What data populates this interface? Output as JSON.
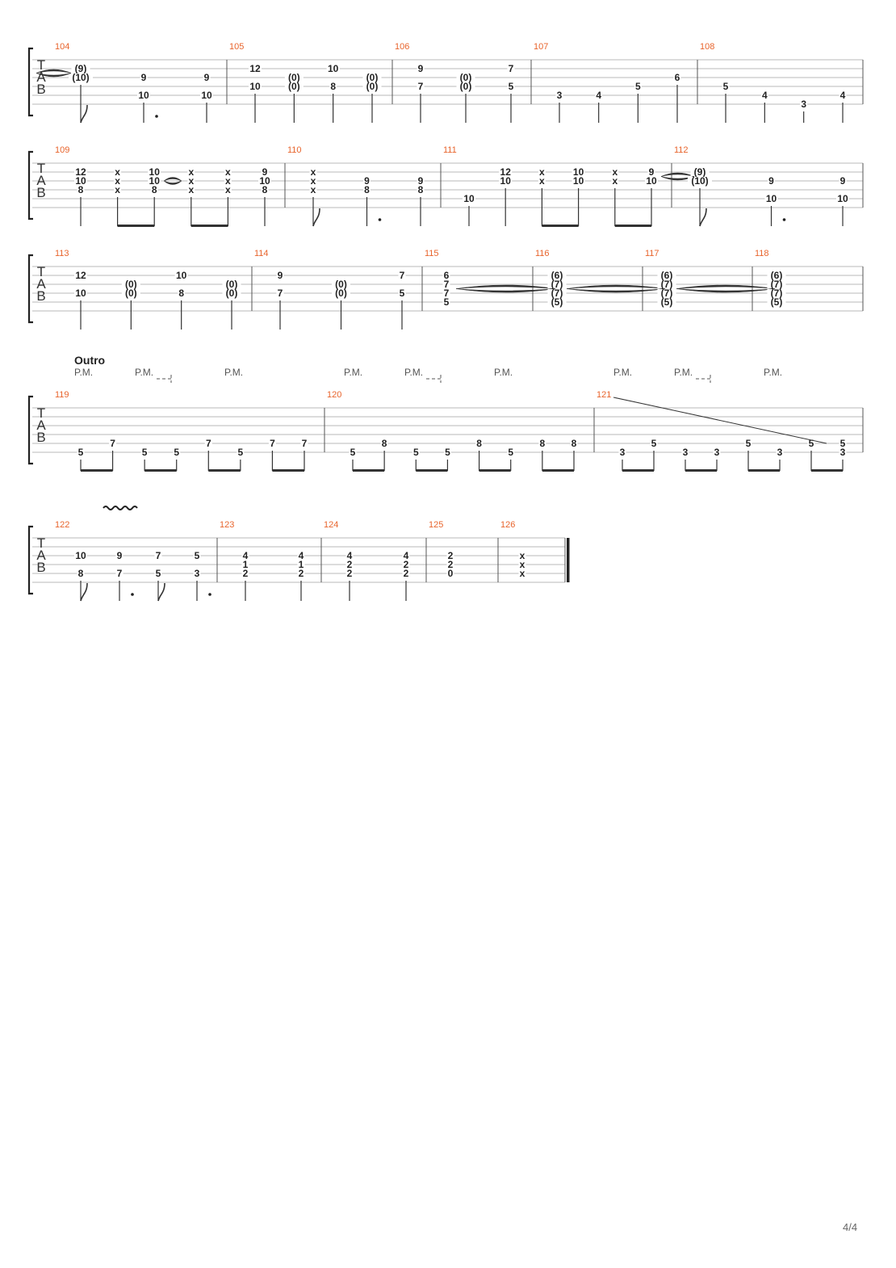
{
  "page_number": "4/4",
  "colors": {
    "measure_number": "#e8642c",
    "staff_line": "#b9b9b9",
    "barline": "#555555",
    "fret": "#222222"
  },
  "section_label": "Outro",
  "tab_clef_letters": [
    "T",
    "A",
    "B"
  ],
  "palm_mute_label": "P.M.",
  "systems": [
    {
      "measures": [
        {
          "number": "104",
          "events": [
            {
              "frets": {
                "2": "(9)",
                "3": "(10)"
              },
              "tie_in": true,
              "flag": true
            },
            {
              "frets": {
                "3": "9",
                "5": "10"
              },
              "dot": true
            },
            {
              "frets": {
                "3": "9",
                "5": "10"
              }
            }
          ]
        },
        {
          "number": "105",
          "events": [
            {
              "frets": {
                "2": "12",
                "4": "10"
              }
            },
            {
              "frets": {
                "3": "(0)",
                "4": "(0)"
              }
            },
            {
              "frets": {
                "2": "10",
                "4": "8"
              }
            },
            {
              "frets": {
                "3": "(0)",
                "4": "(0)"
              }
            }
          ]
        },
        {
          "number": "106",
          "events": [
            {
              "frets": {
                "2": "9",
                "4": "7"
              }
            },
            {
              "frets": {
                "3": "(0)",
                "4": "(0)"
              }
            },
            {
              "frets": {
                "2": "7",
                "4": "5"
              }
            }
          ]
        },
        {
          "number": "107",
          "events": [
            {
              "frets": {
                "5": "3"
              }
            },
            {
              "frets": {
                "5": "4"
              }
            },
            {
              "frets": {
                "4": "5"
              }
            },
            {
              "frets": {
                "3": "6"
              }
            }
          ]
        },
        {
          "number": "108",
          "events": [
            {
              "frets": {
                "4": "5"
              }
            },
            {
              "frets": {
                "5": "4"
              }
            },
            {
              "frets": {
                "6": "3"
              }
            },
            {
              "frets": {
                "5": "4"
              }
            }
          ]
        }
      ]
    },
    {
      "measures": [
        {
          "number": "109",
          "events": [
            {
              "frets": {
                "2": "12",
                "3": "10",
                "4": "8"
              }
            },
            {
              "frets": {
                "2": "x",
                "3": "x",
                "4": "x"
              },
              "beam_start": true
            },
            {
              "frets": {
                "2": "10",
                "3": "10",
                "4": "8"
              },
              "beam_end": true,
              "tie_out": true
            },
            {
              "frets": {
                "2": "x",
                "3": "x",
                "4": "x"
              },
              "beam_start": true
            },
            {
              "frets": {
                "2": "x",
                "3": "x",
                "4": "x"
              },
              "beam_end": true
            },
            {
              "frets": {
                "2": "9",
                "3": "10",
                "4": "8"
              }
            }
          ]
        },
        {
          "number": "110",
          "events": [
            {
              "frets": {
                "2": "x",
                "3": "x",
                "4": "x"
              },
              "flag": true
            },
            {
              "frets": {
                "3": "9",
                "4": "8"
              },
              "dot": true
            },
            {
              "frets": {
                "3": "9",
                "4": "8"
              }
            }
          ]
        },
        {
          "number": "111",
          "events": [
            {
              "frets": {
                "5": "10"
              }
            },
            {
              "frets": {
                "2": "12",
                "3": "10"
              }
            },
            {
              "frets": {
                "2": "x",
                "3": "x"
              },
              "beam_start": true
            },
            {
              "frets": {
                "2": "10",
                "3": "10"
              },
              "beam_end": true
            },
            {
              "frets": {
                "2": "x",
                "3": "x"
              },
              "beam_start": true
            },
            {
              "frets": {
                "2": "9",
                "3": "10"
              },
              "beam_end": true,
              "tie_out": true
            }
          ]
        },
        {
          "number": "112",
          "events": [
            {
              "frets": {
                "2": "(9)",
                "3": "(10)"
              },
              "flag": true
            },
            {
              "frets": {
                "3": "9",
                "5": "10"
              },
              "dot": true
            },
            {
              "frets": {
                "3": "9",
                "5": "10"
              }
            }
          ]
        }
      ]
    },
    {
      "measures": [
        {
          "number": "113",
          "events": [
            {
              "frets": {
                "2": "12",
                "4": "10"
              }
            },
            {
              "frets": {
                "3": "(0)",
                "4": "(0)"
              }
            },
            {
              "frets": {
                "2": "10",
                "4": "8"
              }
            },
            {
              "frets": {
                "3": "(0)",
                "4": "(0)"
              }
            }
          ]
        },
        {
          "number": "114",
          "events": [
            {
              "frets": {
                "2": "9",
                "4": "7"
              }
            },
            {
              "frets": {
                "3": "(0)",
                "4": "(0)"
              }
            },
            {
              "frets": {
                "2": "7",
                "4": "5"
              }
            }
          ]
        },
        {
          "number": "115",
          "events": [
            {
              "frets": {
                "2": "6",
                "3": "7",
                "4": "7",
                "5": "5"
              },
              "no_stem": true,
              "tie_out": true
            }
          ]
        },
        {
          "number": "116",
          "events": [
            {
              "frets": {
                "2": "(6)",
                "3": "(7)",
                "4": "(7)",
                "5": "(5)"
              },
              "no_stem": true,
              "tie_out": true
            }
          ]
        },
        {
          "number": "117",
          "events": [
            {
              "frets": {
                "2": "(6)",
                "3": "(7)",
                "4": "(7)",
                "5": "(5)"
              },
              "no_stem": true,
              "tie_out": true
            }
          ]
        },
        {
          "number": "118",
          "events": [
            {
              "frets": {
                "2": "(6)",
                "3": "(7)",
                "4": "(7)",
                "5": "(5)"
              },
              "no_stem": true
            }
          ]
        }
      ]
    },
    {
      "palm_mute_count": 9,
      "measures": [
        {
          "number": "119",
          "events": [
            {
              "frets": {
                "6": "5"
              },
              "beam_start": true
            },
            {
              "frets": {
                "5": "7"
              },
              "beam_end": true
            },
            {
              "frets": {
                "6": "5"
              },
              "beam_start": true
            },
            {
              "frets": {
                "6": "5"
              },
              "beam_end": true
            },
            {
              "frets": {
                "5": "7"
              },
              "beam_start": true
            },
            {
              "frets": {
                "6": "5"
              },
              "beam_end": true
            },
            {
              "frets": {
                "5": "7"
              },
              "beam_start": true
            },
            {
              "frets": {
                "5": "7"
              },
              "beam_end": true
            }
          ]
        },
        {
          "number": "120",
          "events": [
            {
              "frets": {
                "6": "5"
              },
              "beam_start": true
            },
            {
              "frets": {
                "5": "8"
              },
              "beam_end": true
            },
            {
              "frets": {
                "6": "5"
              },
              "beam_start": true
            },
            {
              "frets": {
                "6": "5"
              },
              "beam_end": true
            },
            {
              "frets": {
                "5": "8"
              },
              "beam_start": true
            },
            {
              "frets": {
                "6": "5"
              },
              "beam_end": true
            },
            {
              "frets": {
                "5": "8"
              },
              "beam_start": true
            },
            {
              "frets": {
                "5": "8"
              },
              "beam_end": true
            }
          ]
        },
        {
          "number": "121",
          "events": [
            {
              "frets": {
                "6": "3"
              },
              "beam_start": true
            },
            {
              "frets": {
                "5": "5"
              },
              "beam_end": true
            },
            {
              "frets": {
                "6": "3"
              },
              "beam_start": true
            },
            {
              "frets": {
                "6": "3"
              },
              "beam_end": true
            },
            {
              "frets": {
                "5": "5"
              },
              "beam_start": true
            },
            {
              "frets": {
                "6": "3"
              },
              "beam_end": true
            },
            {
              "frets": {
                "5": "5"
              },
              "beam_start": true
            },
            {
              "frets": {
                "5": "5",
                "6": "3"
              },
              "beam_end": true
            }
          ]
        }
      ]
    },
    {
      "final": true,
      "measures": [
        {
          "number": "122",
          "events": [
            {
              "frets": {
                "3": "10",
                "5": "8"
              },
              "flag": true
            },
            {
              "frets": {
                "3": "9",
                "5": "7"
              },
              "dot": true
            },
            {
              "frets": {
                "3": "7",
                "5": "5"
              },
              "flag": true
            },
            {
              "frets": {
                "3": "5",
                "5": "3"
              },
              "dot": true
            }
          ]
        },
        {
          "number": "123",
          "events": [
            {
              "frets": {
                "3": "4",
                "4": "1",
                "5": "2"
              }
            },
            {
              "frets": {
                "3": "4",
                "4": "1",
                "5": "2"
              }
            }
          ]
        },
        {
          "number": "124",
          "events": [
            {
              "frets": {
                "3": "4",
                "4": "2",
                "5": "2"
              }
            },
            {
              "frets": {
                "3": "4",
                "4": "2",
                "5": "2"
              }
            }
          ]
        },
        {
          "number": "125",
          "events": [
            {
              "frets": {
                "3": "2",
                "4": "2",
                "5": "0"
              },
              "no_stem": true
            }
          ]
        },
        {
          "number": "126",
          "events": [
            {
              "frets": {
                "3": "x",
                "4": "x",
                "5": "x"
              },
              "no_stem": true
            }
          ]
        }
      ]
    }
  ]
}
